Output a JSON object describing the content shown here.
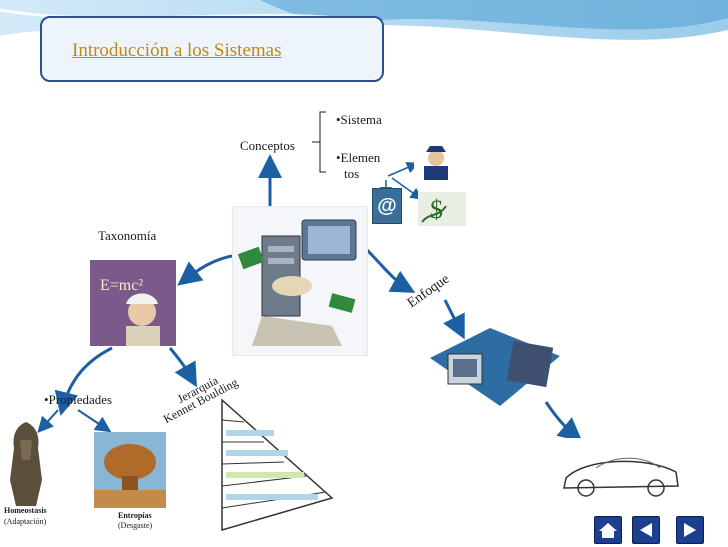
{
  "slide": {
    "title": "Introducción a los Sistemas",
    "conceptos": "Conceptos",
    "concept_items": [
      "•Sistema",
      "•Elemen",
      "tos"
    ],
    "taxonomia": "Taxonomía",
    "enfoque": "Enfoque",
    "propiedades": "•Propiedades",
    "jerarquia": "Jerarquía",
    "kennet": "Kennet Boulding",
    "homeostasis": "Homeostasis",
    "homeostasis_sub": "(Adaptación)",
    "entropias": "Entropías",
    "entropias_sub": "(Desgaste)"
  },
  "nav": {
    "home_icon": "home-icon",
    "prev_icon": "triangle-left-icon",
    "next_icon": "triangle-right-icon"
  },
  "colors": {
    "arrow": "#1d5fa3",
    "title": "#c08a10",
    "nav": "#1c3f8f",
    "wave": "#5aa8d8"
  }
}
